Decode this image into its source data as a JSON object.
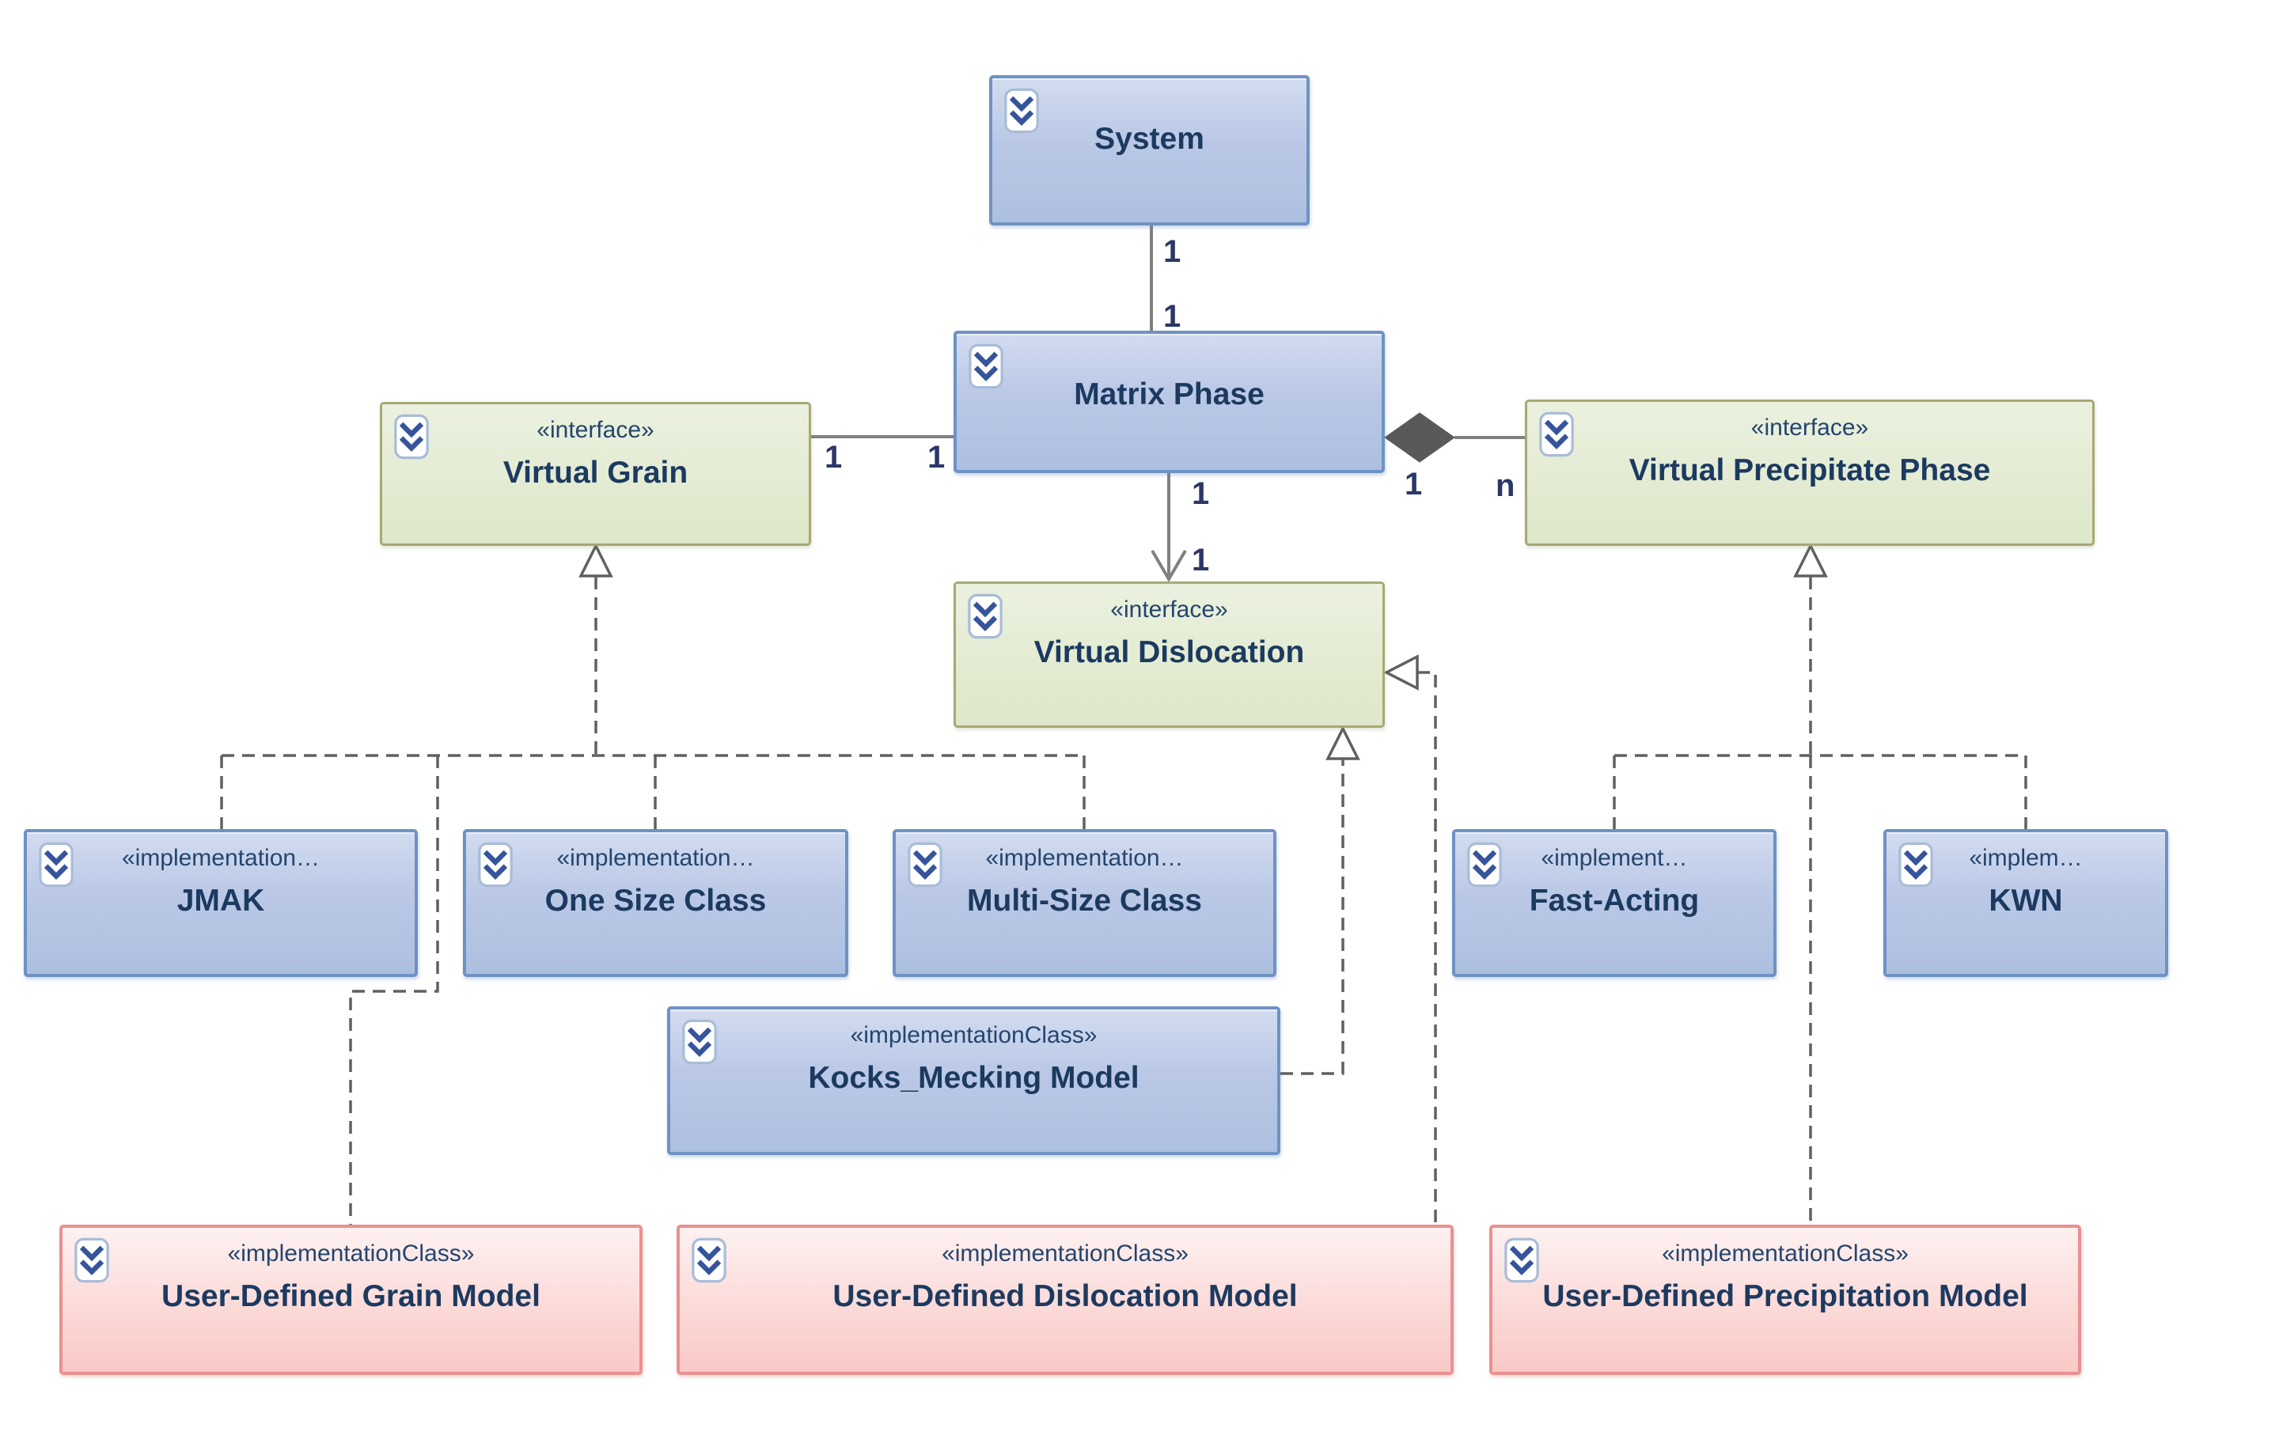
{
  "nodes": {
    "system": {
      "name": "System",
      "type": "class"
    },
    "matrix_phase": {
      "name": "Matrix Phase",
      "type": "class"
    },
    "virtual_grain": {
      "stereotype": "«interface»",
      "name": "Virtual Grain",
      "type": "interface"
    },
    "virtual_precipitate_phase": {
      "stereotype": "«interface»",
      "name": "Virtual Precipitate Phase",
      "type": "interface"
    },
    "virtual_dislocation": {
      "stereotype": "«interface»",
      "name": "Virtual Dislocation",
      "type": "interface"
    },
    "jmak": {
      "stereotype": "«implementation…",
      "name": "JMAK",
      "type": "implementation-class"
    },
    "one_size_class": {
      "stereotype": "«implementation…",
      "name": "One Size Class",
      "type": "implementation-class"
    },
    "multi_size_class": {
      "stereotype": "«implementation…",
      "name": "Multi-Size Class",
      "type": "implementation-class"
    },
    "fast_acting": {
      "stereotype": "«implement…",
      "name": "Fast-Acting",
      "type": "implementation-class"
    },
    "kwn": {
      "stereotype": "«implem…",
      "name": "KWN",
      "type": "implementation-class"
    },
    "kocks_mecking_model": {
      "stereotype": "«implementationClass»",
      "name": "Kocks_Mecking Model",
      "type": "implementation-class"
    },
    "user_defined_grain_model": {
      "stereotype": "«implementationClass»",
      "name": "User-Defined Grain Model",
      "type": "user-implementation-class"
    },
    "user_defined_dislocation_model": {
      "stereotype": "«implementationClass»",
      "name": "User-Defined Dislocation Model",
      "type": "user-implementation-class"
    },
    "user_defined_precipitation_model": {
      "stereotype": "«implementationClass»",
      "name": "User-Defined Precipitation Model",
      "type": "user-implementation-class"
    }
  },
  "multiplicities": {
    "system_to_matrix_source": "1",
    "system_to_matrix_target": "1",
    "grain_side": "1",
    "matrix_side_left": "1",
    "matrix_composition": "1",
    "precipitate_side": "n",
    "matrix_to_dislocation_source": "1",
    "matrix_to_dislocation_target": "1"
  },
  "colors": {
    "class_fill": "#bac8e6",
    "class_border": "#6e92c4",
    "interface_fill": "#dde7c9",
    "interface_border": "#a8a873",
    "user_class_fill": "#fbd6d4",
    "user_class_border": "#eb9090",
    "connector_gray": "#808080",
    "dashed_connector_gray": "#606060",
    "text_navy": "#1c3a60",
    "multiplicity_navy": "#2b3767",
    "composition_diamond": "#595959"
  },
  "icons": {
    "collapse_chevron": "⌄⌄"
  }
}
